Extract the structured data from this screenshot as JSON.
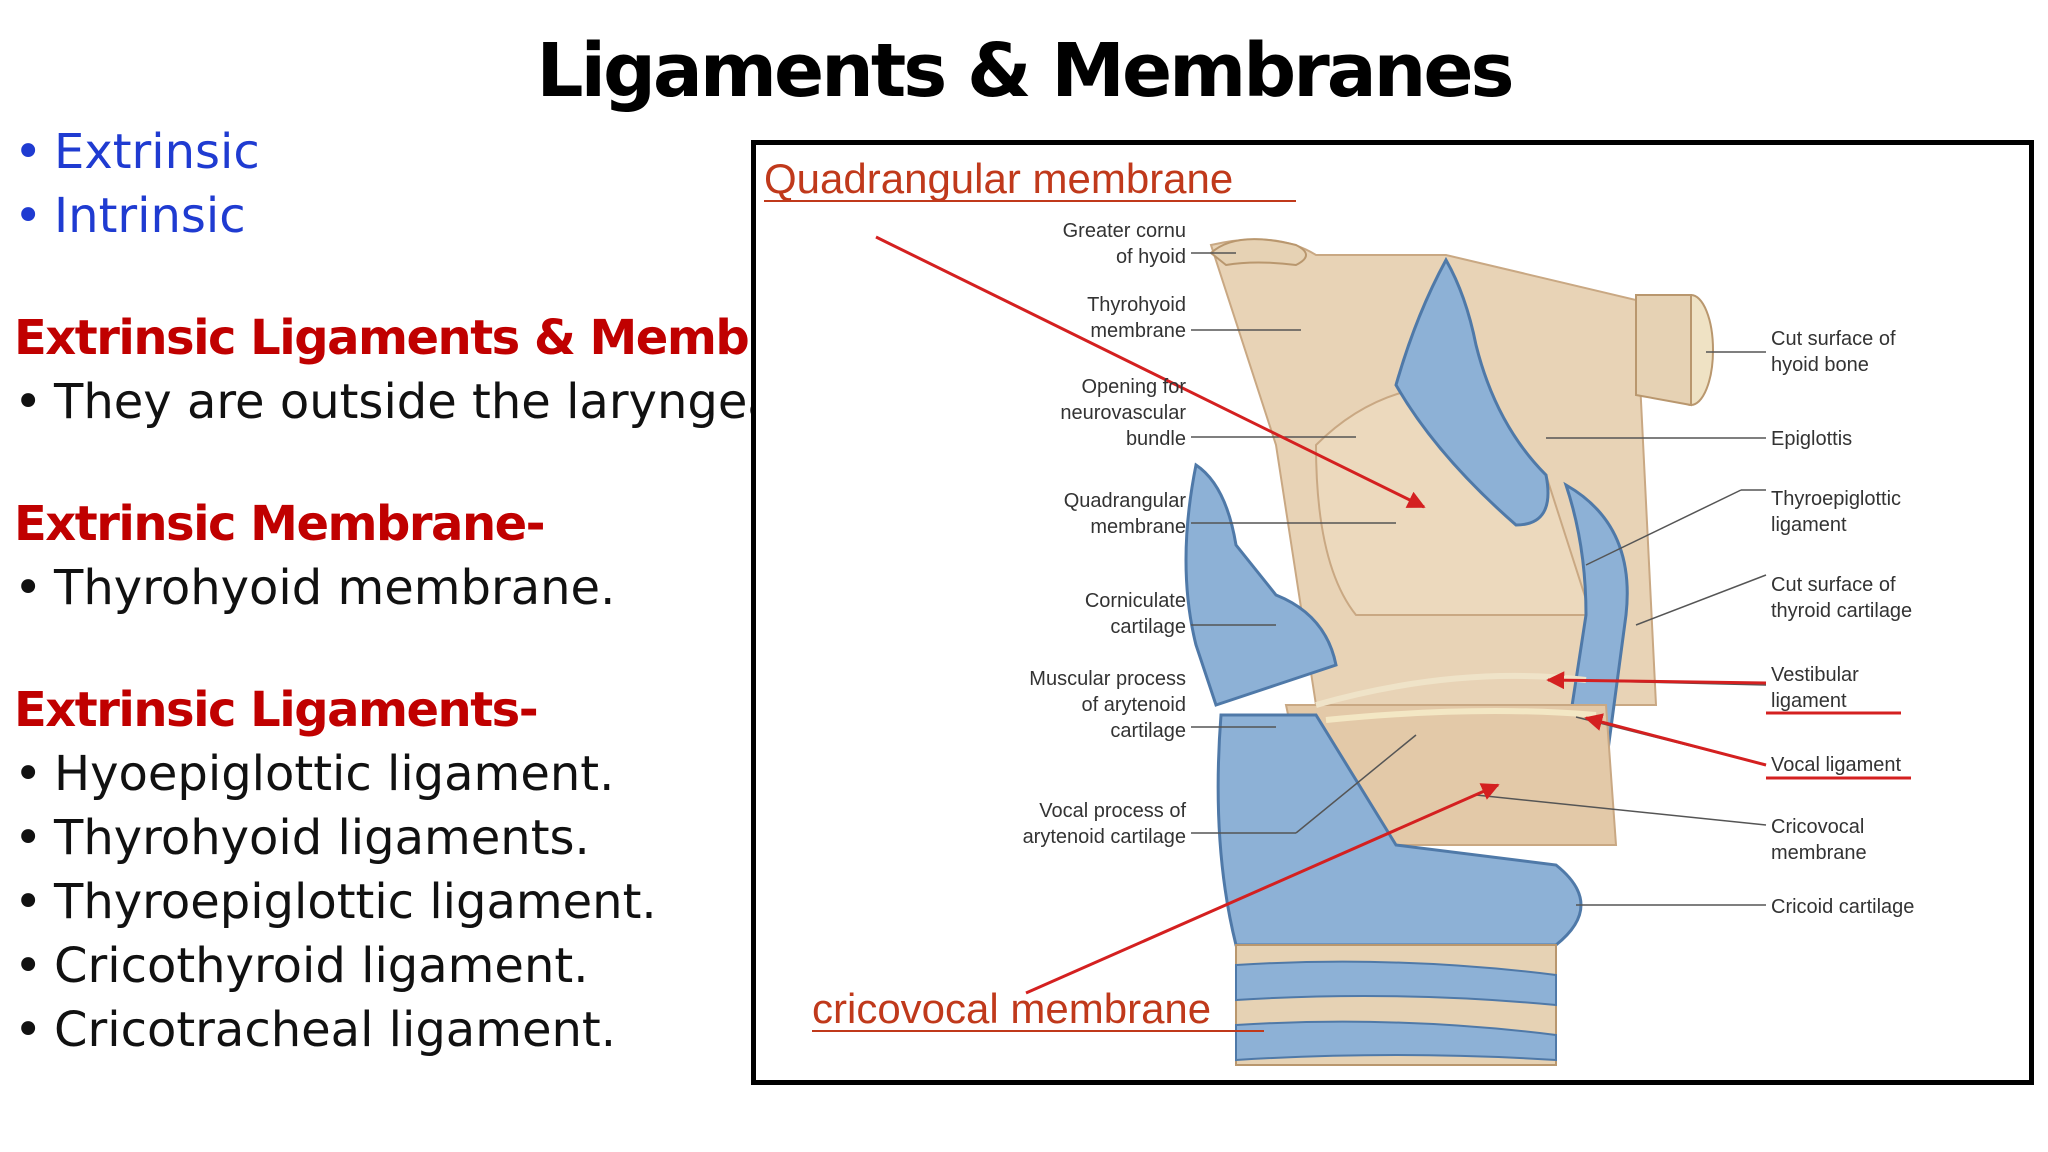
{
  "slide": {
    "title": "Ligaments & Membranes"
  },
  "left": {
    "bullets_top": [
      "Extrinsic",
      "Intrinsic"
    ],
    "section1": {
      "heading": "Extrinsic Ligaments & Membranes",
      "items": [
        "They are outside the laryngeal"
      ]
    },
    "section2": {
      "heading": "Extrinsic Membrane-",
      "items": [
        "Thyrohyoid membrane."
      ]
    },
    "section3": {
      "heading": "Extrinsic Ligaments-",
      "items": [
        "Hyoepiglottic ligament.",
        "Thyrohyoid ligaments.",
        "Thyroepiglottic ligament.",
        "Cricothyroid ligament.",
        "Cricotracheal ligament."
      ]
    }
  },
  "figure": {
    "callout_top": "Quadrangular membrane",
    "callout_bottom": "cricovocal membrane",
    "labels_left": [
      [
        "Greater cornu",
        "of hyoid"
      ],
      [
        "Thyrohyoid",
        "membrane"
      ],
      [
        "Opening for",
        "neurovascular",
        "bundle"
      ],
      [
        "Quadrangular",
        "membrane"
      ],
      [
        "Corniculate",
        "cartilage"
      ],
      [
        "Muscular process",
        "of arytenoid",
        "cartilage"
      ],
      [
        "Vocal process of",
        "arytenoid cartilage"
      ]
    ],
    "labels_right": [
      [
        "Cut surface of",
        "hyoid bone"
      ],
      [
        "Epiglottis"
      ],
      [
        "Thyroepiglottic",
        "ligament"
      ],
      [
        "Cut surface of",
        "thyroid cartilage"
      ],
      [
        "Vestibular",
        "ligament"
      ],
      [
        "Vocal ligament"
      ],
      [
        "Cricovocal",
        "membrane"
      ],
      [
        "Cricoid cartilage"
      ]
    ],
    "colors": {
      "arrow": "#d42020",
      "cartilage": "#7fa8cf",
      "cartilage_dark": "#4f79a8",
      "membrane": "#e3c9a8",
      "membrane_dark": "#c9a883"
    }
  }
}
